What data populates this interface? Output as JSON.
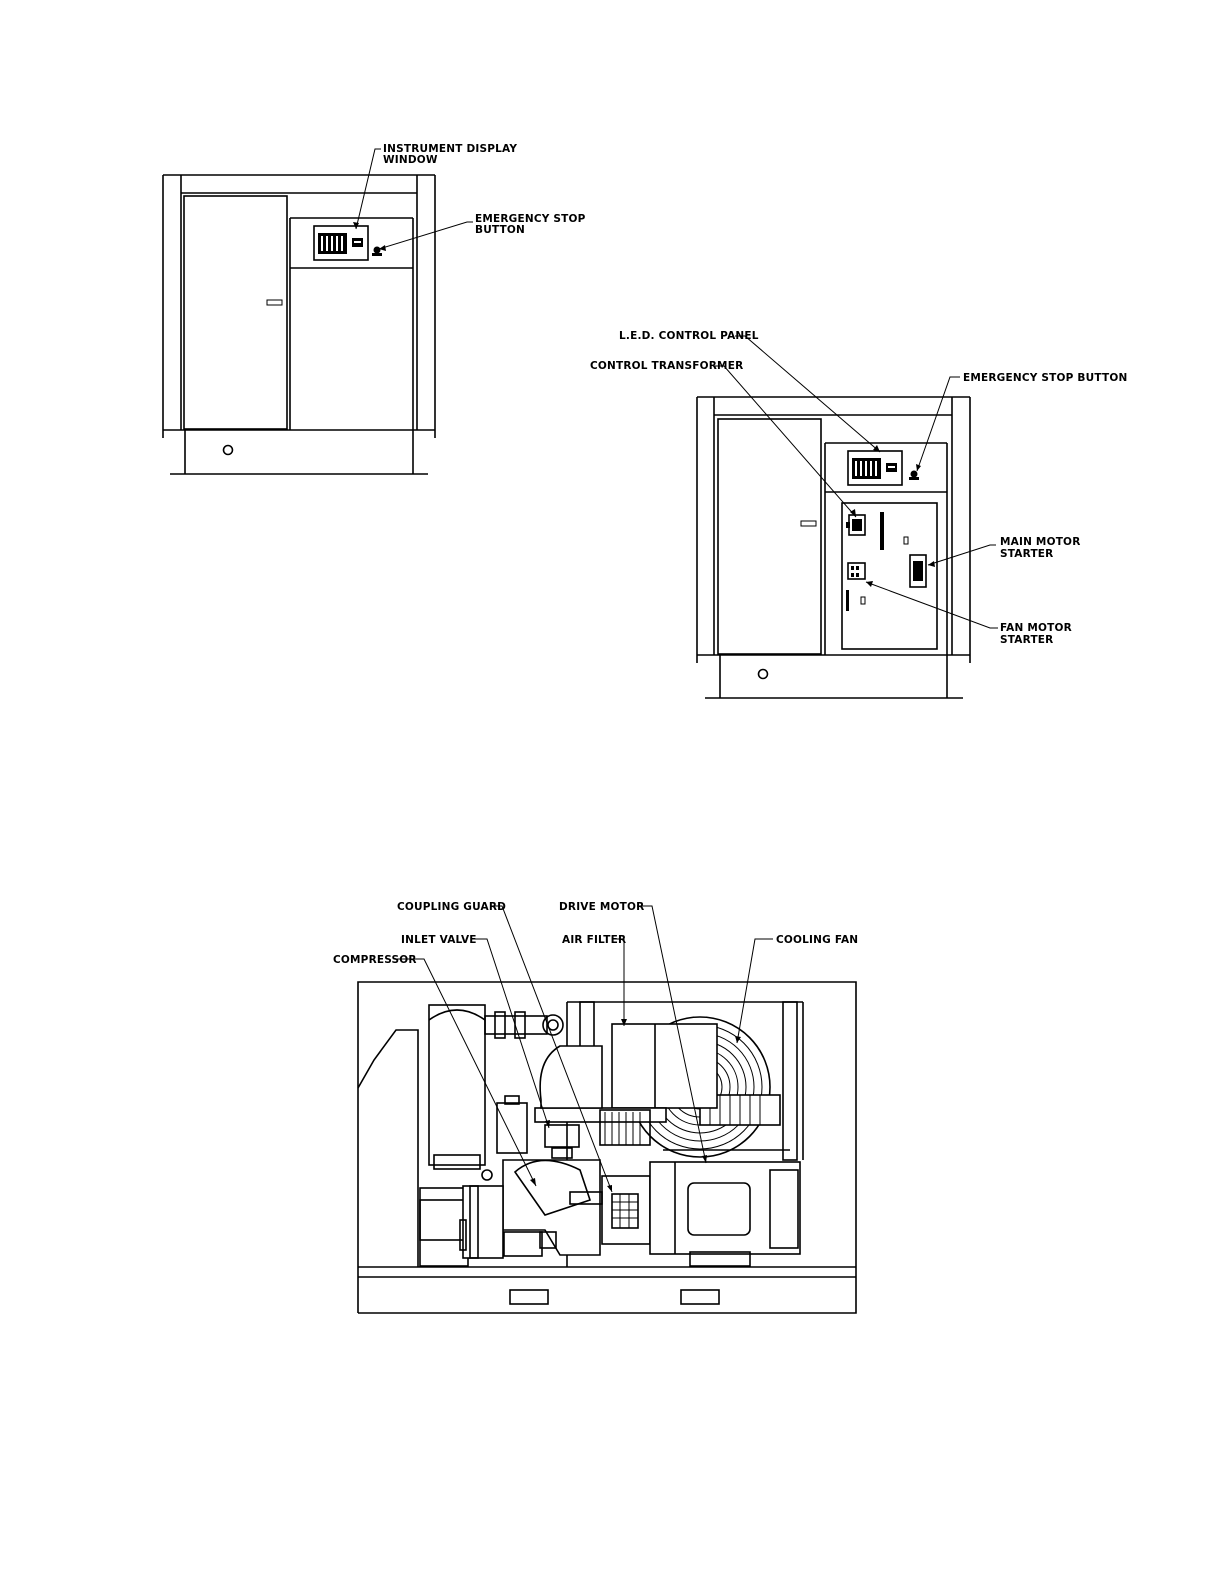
{
  "figure1": {
    "labels": {
      "instrument_display_line1": "INSTRUMENT DISPLAY",
      "instrument_display_line2": "WINDOW",
      "emergency_stop_line1": "EMERGENCY STOP",
      "emergency_stop_line2": "BUTTON"
    }
  },
  "figure2": {
    "labels": {
      "led_control_panel": "L.E.D. CONTROL PANEL",
      "control_transformer": "CONTROL TRANSFORMER",
      "emergency_stop_button": "EMERGENCY STOP BUTTON",
      "main_motor_starter_line1": "MAIN MOTOR",
      "main_motor_starter_line2": "STARTER",
      "fan_motor_starter_line1": "FAN MOTOR",
      "fan_motor_starter_line2": "STARTER"
    }
  },
  "figure3": {
    "labels": {
      "coupling_guard": "COUPLING GUARD",
      "drive_motor": "DRIVE MOTOR",
      "inlet_valve": "INLET VALVE",
      "air_filter": "AIR FILTER",
      "cooling_fan": "COOLING FAN",
      "compressor": "COMPRESSOR"
    }
  }
}
